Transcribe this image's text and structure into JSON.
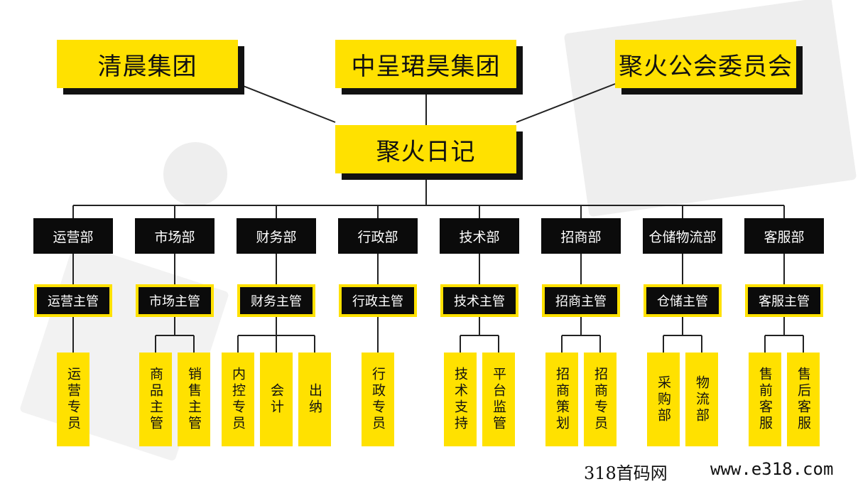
{
  "top_orgs": [
    "清晨集团",
    "中呈珺昊集团",
    "聚火公会委员会"
  ],
  "center": "聚火日记",
  "departments": [
    {
      "name": "运营部",
      "manager": "运营主管",
      "staff": [
        "运营专员"
      ]
    },
    {
      "name": "市场部",
      "manager": "市场主管",
      "staff": [
        "商品主管",
        "销售主管"
      ]
    },
    {
      "name": "财务部",
      "manager": "财务主管",
      "staff": [
        "内控专员",
        "会计",
        "出纳"
      ]
    },
    {
      "name": "行政部",
      "manager": "行政主管",
      "staff": [
        "行政专员"
      ]
    },
    {
      "name": "技术部",
      "manager": "技术主管",
      "staff": [
        "技术支持",
        "平台监管"
      ]
    },
    {
      "name": "招商部",
      "manager": "招商主管",
      "staff": [
        "招商策划",
        "招商专员"
      ]
    },
    {
      "name": "仓储物流部",
      "manager": "仓储主管",
      "staff": [
        "采购部",
        "物流部"
      ]
    },
    {
      "name": "客服部",
      "manager": "客服主管",
      "staff": [
        "售前客服",
        "售后客服"
      ]
    }
  ],
  "watermark": {
    "site": "318首码网",
    "url": "www.e318.com"
  },
  "colors": {
    "accent": "#ffe100",
    "dark": "#0b0b0b",
    "line": "#222222"
  }
}
